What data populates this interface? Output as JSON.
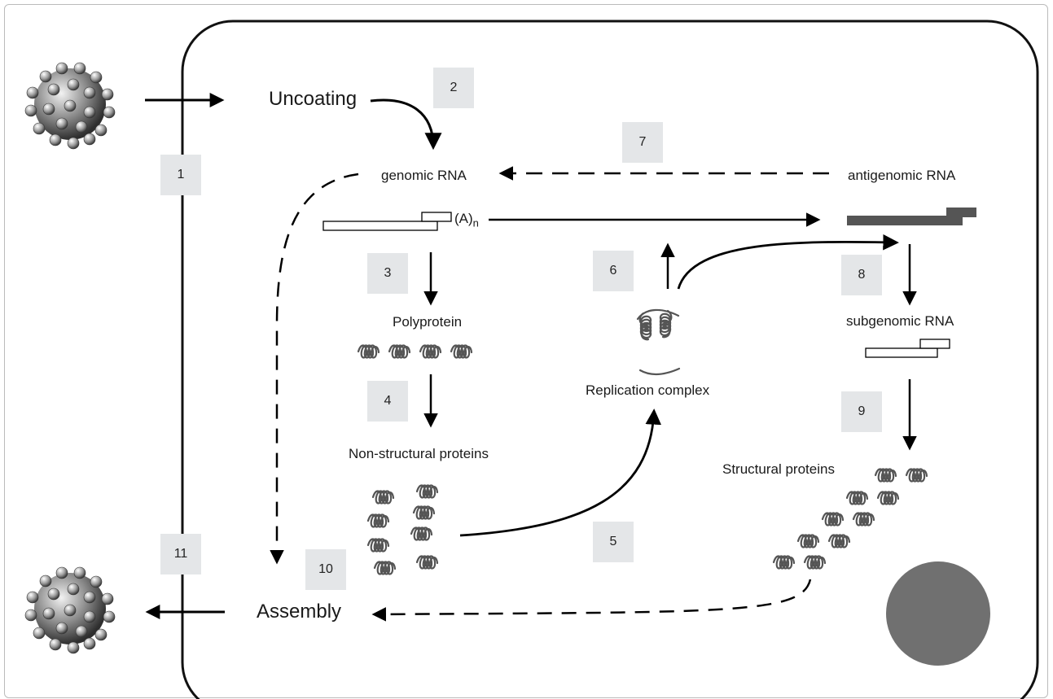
{
  "labels": {
    "uncoating": "Uncoating",
    "genomic_rna": "genomic RNA",
    "antigenomic_rna": "antigenomic RNA",
    "poly_a_base": "(A)",
    "poly_a_sub": "n",
    "polyprotein": "Polyprotein",
    "non_structural_proteins": "Non-structural proteins",
    "replication_complex": "Replication complex",
    "subgenomic_rna": "subgenomic RNA",
    "structural_proteins": "Structural proteins",
    "assembly": "Assembly"
  },
  "steps": [
    "1",
    "2",
    "3",
    "4",
    "5",
    "6",
    "7",
    "8",
    "9",
    "10",
    "11"
  ],
  "colors": {
    "cell_border": "#111111",
    "arrow": "#000000",
    "step_box": "#e4e6e8",
    "antigenomic_bar": "#555555",
    "nucleus": "#707070",
    "protein": "#555555"
  },
  "icons": {
    "virion": "virus-particle-icon",
    "nucleus": "nucleus-icon",
    "protein": "protein-coil-icon"
  }
}
